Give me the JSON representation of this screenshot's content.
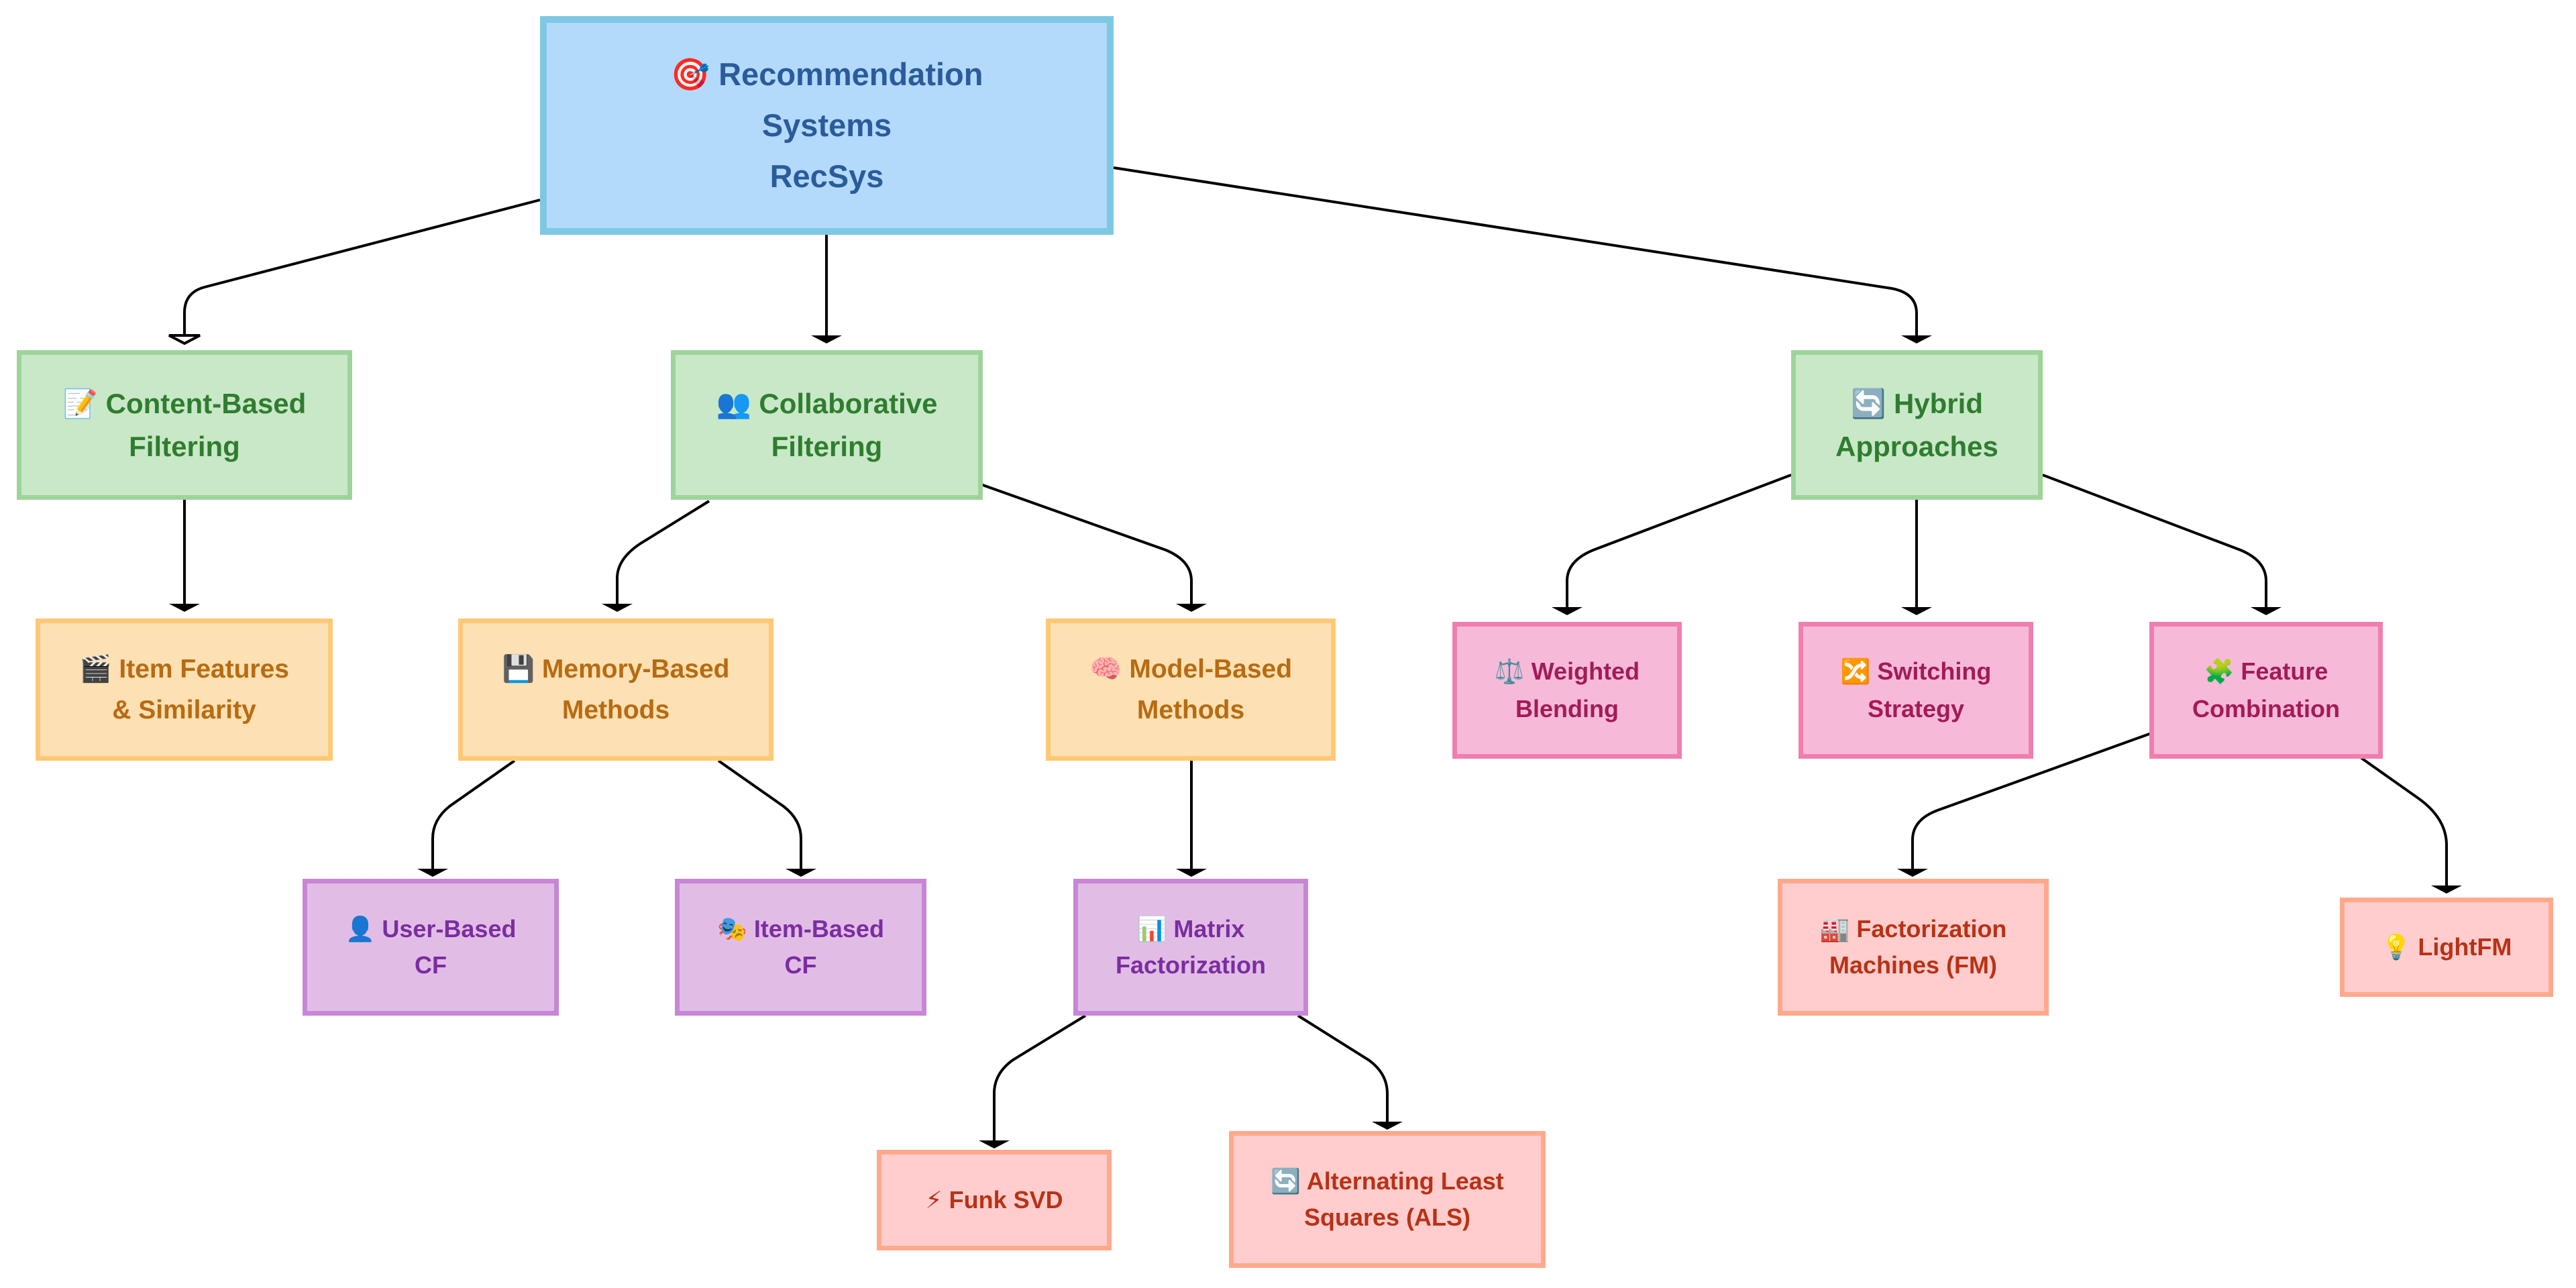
{
  "diagram": {
    "root": {
      "icon": "target-icon",
      "label": "🎯 Recommendation\nSystems\nRecSys"
    },
    "content_based": {
      "icon": "memo-icon",
      "label": "📝 Content-Based\nFiltering",
      "children": {
        "item_features": {
          "icon": "clapper-icon",
          "label": "🎬 Item Features\n& Similarity"
        }
      }
    },
    "collaborative": {
      "icon": "people-icon",
      "label": "👥 Collaborative\nFiltering",
      "children": {
        "memory_based": {
          "icon": "floppy-disk-icon",
          "label": "💾 Memory-Based\nMethods",
          "children": {
            "user_based": {
              "icon": "user-icon",
              "label": "👤 User-Based\nCF"
            },
            "item_based": {
              "icon": "performing-arts-icon",
              "label": "🎭 Item-Based\nCF"
            }
          }
        },
        "model_based": {
          "icon": "brain-icon",
          "label": "🧠 Model-Based\nMethods",
          "children": {
            "matrix_factorization": {
              "icon": "bar-chart-icon",
              "label": "📊 Matrix\nFactorization",
              "children": {
                "funk_svd": {
                  "icon": "lightning-icon",
                  "label": "⚡ Funk SVD"
                },
                "als": {
                  "icon": "cycle-arrows-icon",
                  "label": "🔄 Alternating Least\nSquares (ALS)"
                }
              }
            }
          }
        }
      }
    },
    "hybrid": {
      "icon": "cycle-arrows-icon",
      "label": "🔄 Hybrid\nApproaches",
      "children": {
        "weighted_blending": {
          "icon": "balance-scale-icon",
          "label": "⚖️ Weighted\nBlending"
        },
        "switching_strategy": {
          "icon": "shuffle-icon",
          "label": "🔀 Switching\nStrategy"
        },
        "feature_combination": {
          "icon": "puzzle-piece-icon",
          "label": "🧩 Feature\nCombination",
          "children": {
            "factorization_machines": {
              "icon": "factory-icon",
              "label": "🏭 Factorization\nMachines (FM)"
            },
            "lightfm": {
              "icon": "light-bulb-icon",
              "label": "💡 LightFM"
            }
          }
        }
      }
    }
  },
  "colors": {
    "root_fill": "#b3d9fb",
    "level1_fill": "#c9e8c8",
    "level2_fill": "#fde0b3",
    "level3_fill": "#e1bde6",
    "level4_fill": "#ffcdcd",
    "hybrid_children_fill": "#f6bad8",
    "edge": "#000000"
  }
}
